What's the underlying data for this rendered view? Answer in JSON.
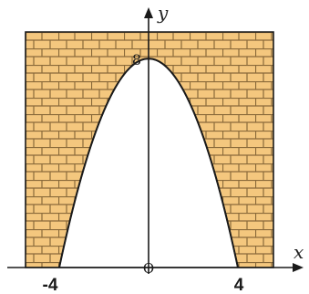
{
  "axes": {
    "x_label": "x",
    "y_label": "y",
    "origin_label": "O"
  },
  "labels": {
    "peak_value": "8",
    "left_root": "-4",
    "right_root": "4"
  },
  "colors": {
    "brick_fill": "#f4c77e",
    "mortar_lines": "#8a6a3a",
    "outline": "#1a1a1a",
    "opening": "#ffffff"
  }
}
